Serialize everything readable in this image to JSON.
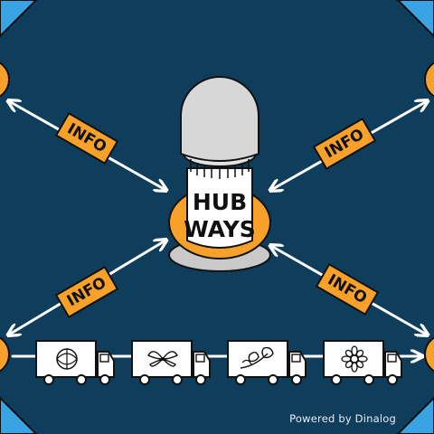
{
  "colors": {
    "background": "#0f3d5c",
    "corner": "#3aa3e3",
    "orange": "#f7a12a",
    "hub_cap": "#d7d7d7",
    "hub_body": "#ffffff",
    "outline": "#111111",
    "arrow": "#ffffff"
  },
  "info_labels": [
    "INFO",
    "INFO",
    "INFO",
    "INFO"
  ],
  "hub": {
    "line1": "HUB",
    "line2": "WAYS"
  },
  "trucks": [
    {
      "cargo": "globe-flower-icon"
    },
    {
      "cargo": "orchid-icon"
    },
    {
      "cargo": "tulips-icon"
    },
    {
      "cargo": "daisy-icon"
    }
  ],
  "footer": {
    "powered_by": "Powered by Dinalog"
  }
}
